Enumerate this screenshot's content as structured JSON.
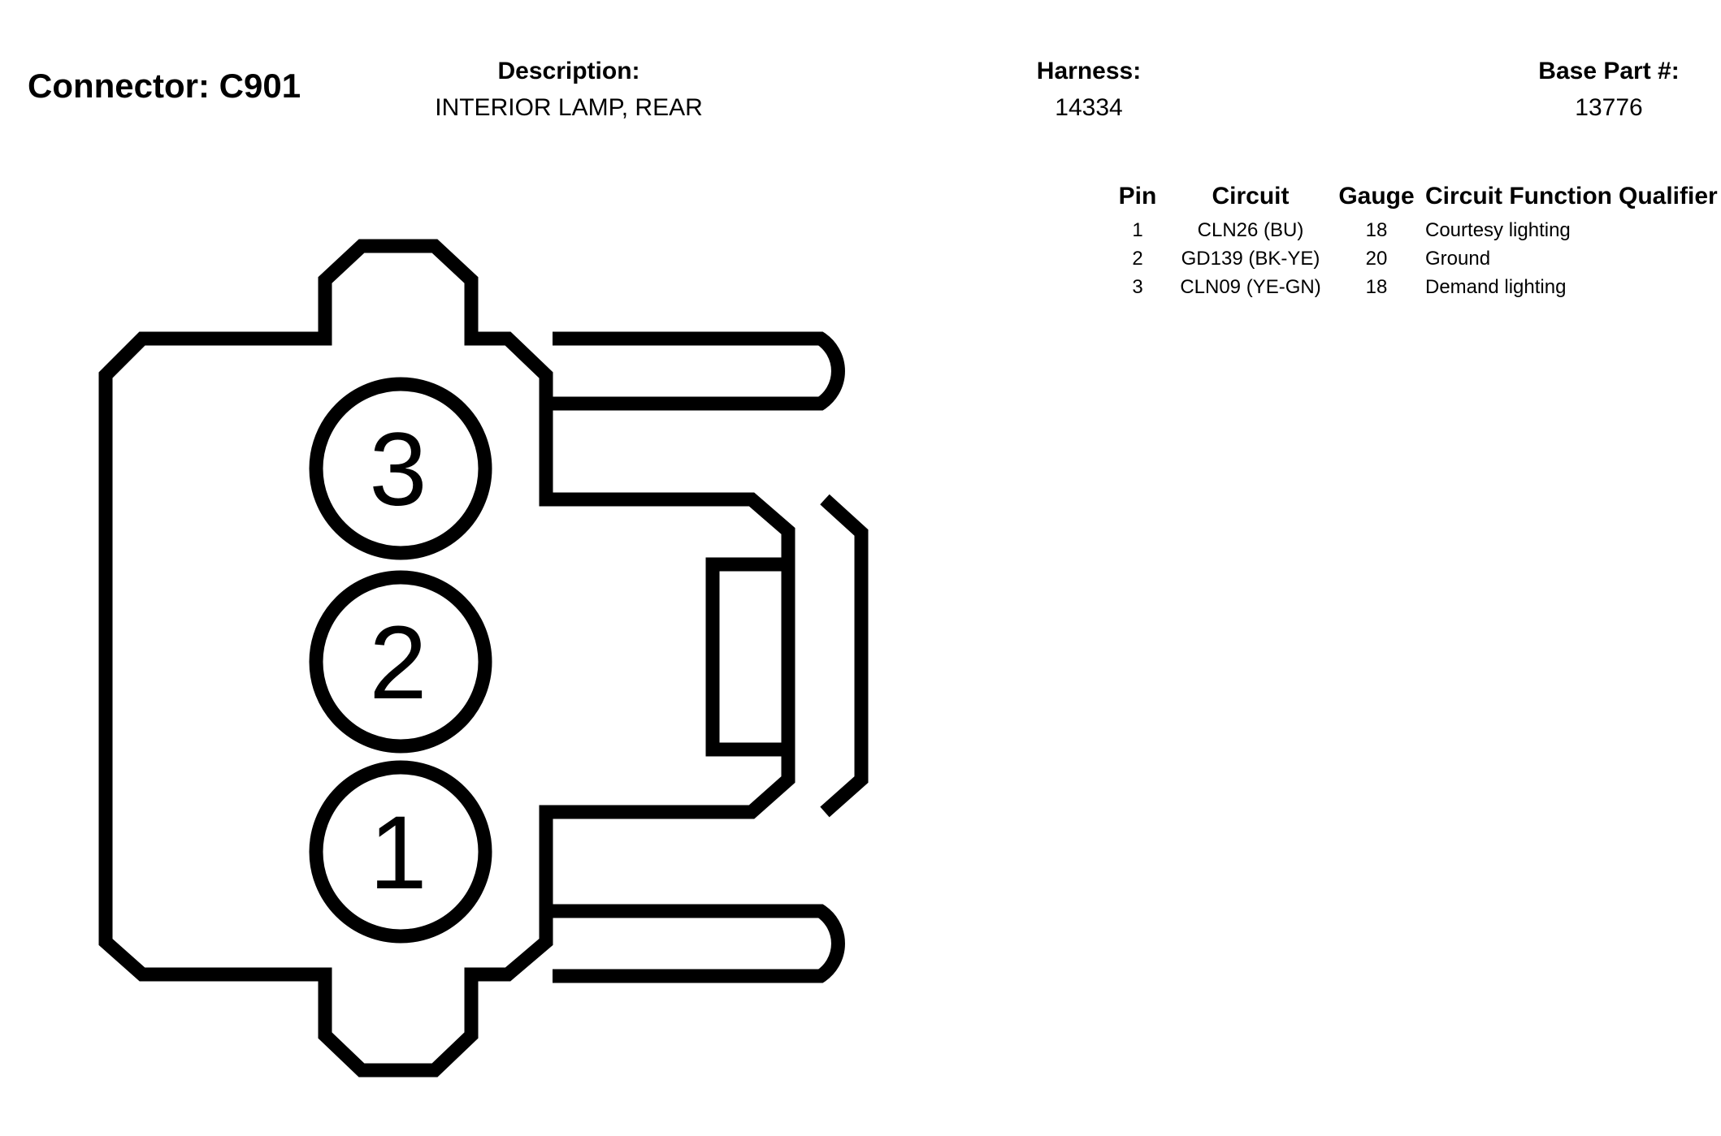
{
  "connector": {
    "label": "Connector: C901"
  },
  "description": {
    "label": "Description:",
    "value": "INTERIOR LAMP, REAR"
  },
  "harness": {
    "label": "Harness:",
    "value": "14334"
  },
  "base_part": {
    "label": "Base Part #:",
    "value": "13776"
  },
  "pin_table": {
    "headers": {
      "pin": "Pin",
      "circuit": "Circuit",
      "gauge": "Gauge",
      "function": "Circuit Function",
      "qualifier": "Qualifier"
    },
    "rows": [
      {
        "pin": "1",
        "circuit": "CLN26 (BU)",
        "gauge": "18",
        "function": "Courtesy lighting",
        "qualifier": ""
      },
      {
        "pin": "2",
        "circuit": "GD139 (BK-YE)",
        "gauge": "20",
        "function": "Ground",
        "qualifier": ""
      },
      {
        "pin": "3",
        "circuit": "CLN09 (YE-GN)",
        "gauge": "18",
        "function": "Demand lighting",
        "qualifier": ""
      }
    ]
  },
  "diagram": {
    "pins": [
      "3",
      "2",
      "1"
    ],
    "stroke_color": "#000000"
  }
}
